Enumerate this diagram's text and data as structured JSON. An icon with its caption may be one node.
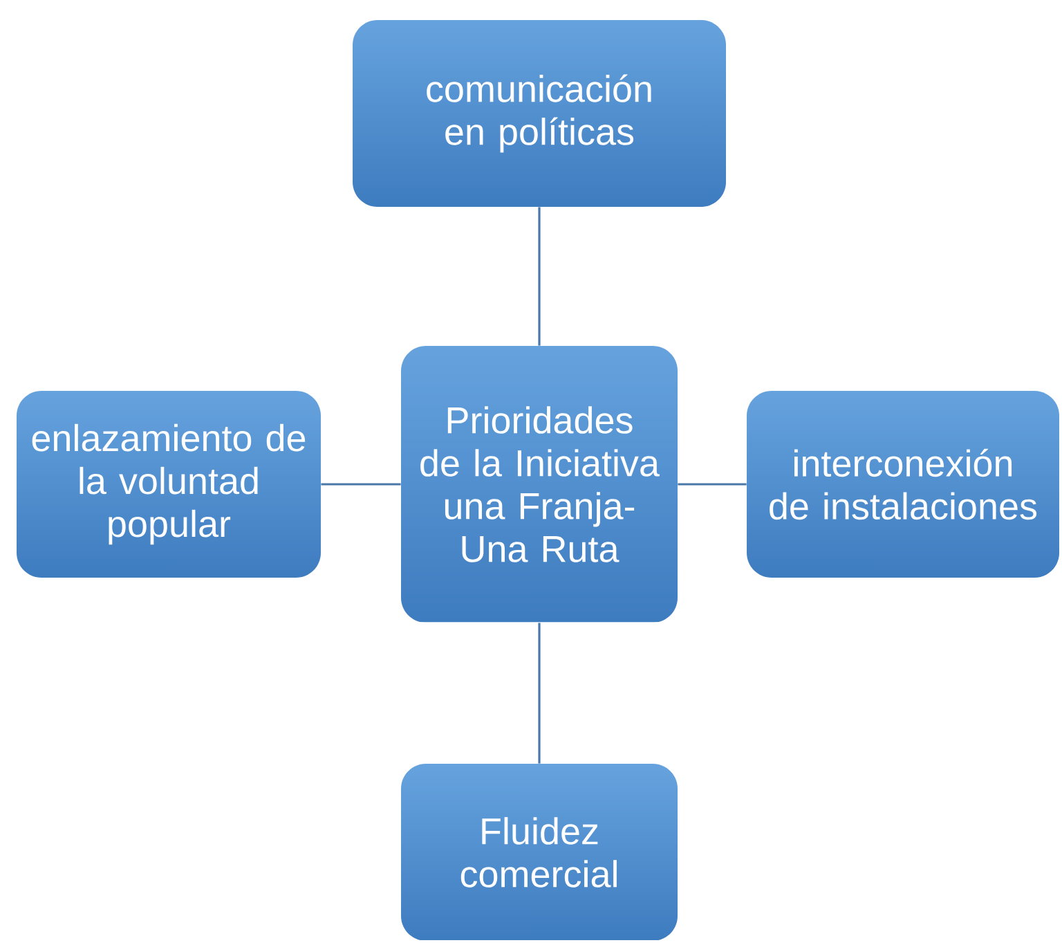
{
  "diagram": {
    "nodes": [
      {
        "text": [
          "Prioridades de la Iniciativa una Franja-Una Ruta"
        ]
      },
      {
        "text": [
          "comunicación en políticas"
        ]
      },
      {
        "text": [
          "enlazamiento de la voluntad popular"
        ]
      },
      {
        "text": [
          "interconexión de instalaciones"
        ]
      },
      {
        "text": [
          "Fluidez comercial"
        ]
      }
    ],
    "edges": [
      {
        "from": 0,
        "to": 1,
        "arrow": "none"
      },
      {
        "from": 0,
        "to": 2,
        "arrow": "none"
      },
      {
        "from": 0,
        "to": 3,
        "arrow": "none"
      },
      {
        "from": 0,
        "to": 4,
        "arrow": "none"
      }
    ]
  }
}
